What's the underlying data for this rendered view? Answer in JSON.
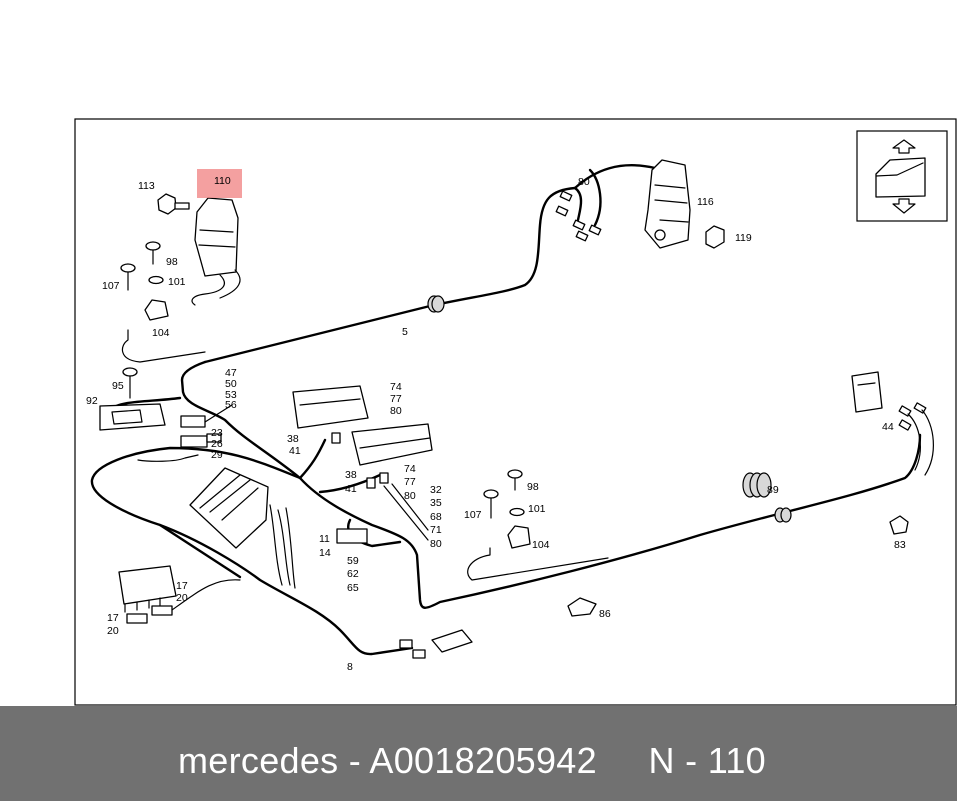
{
  "footer": {
    "brand": "mercedes",
    "separator": "-",
    "part_number": "A0018205942",
    "position_prefix": "N",
    "position_separator": "-",
    "position_number": "110"
  },
  "highlight": {
    "label": "110",
    "color": "#f08080"
  },
  "labels": {
    "l113": "113",
    "l98a": "98",
    "l101a": "101",
    "l107a": "107",
    "l104a": "104",
    "l80a": "80",
    "l116": "116",
    "l119": "119",
    "l5": "5",
    "l95": "95",
    "l92": "92",
    "l47": "47",
    "l50": "50",
    "l53": "53",
    "l56": "56",
    "l23": "23",
    "l26": "26",
    "l29": "29",
    "l74a": "74",
    "l77a": "77",
    "l80b": "80",
    "l38a": "38",
    "l41a": "41",
    "l38b": "38",
    "l41b": "41",
    "l74b": "74",
    "l77b": "77",
    "l80c": "80",
    "l32": "32",
    "l35": "35",
    "l68": "68",
    "l71": "71",
    "l80d": "80",
    "l98b": "98",
    "l107b": "107",
    "l101b": "101",
    "l104b": "104",
    "l11": "11",
    "l14": "14",
    "l59": "59",
    "l62": "62",
    "l65": "65",
    "l44": "44",
    "l89": "89",
    "l83": "83",
    "l86": "86",
    "l17a": "17",
    "l20a": "20",
    "l17b": "17",
    "l20b": "20",
    "l8": "8"
  },
  "icons": {
    "seat_adjust": "seat-adjust-icon"
  }
}
